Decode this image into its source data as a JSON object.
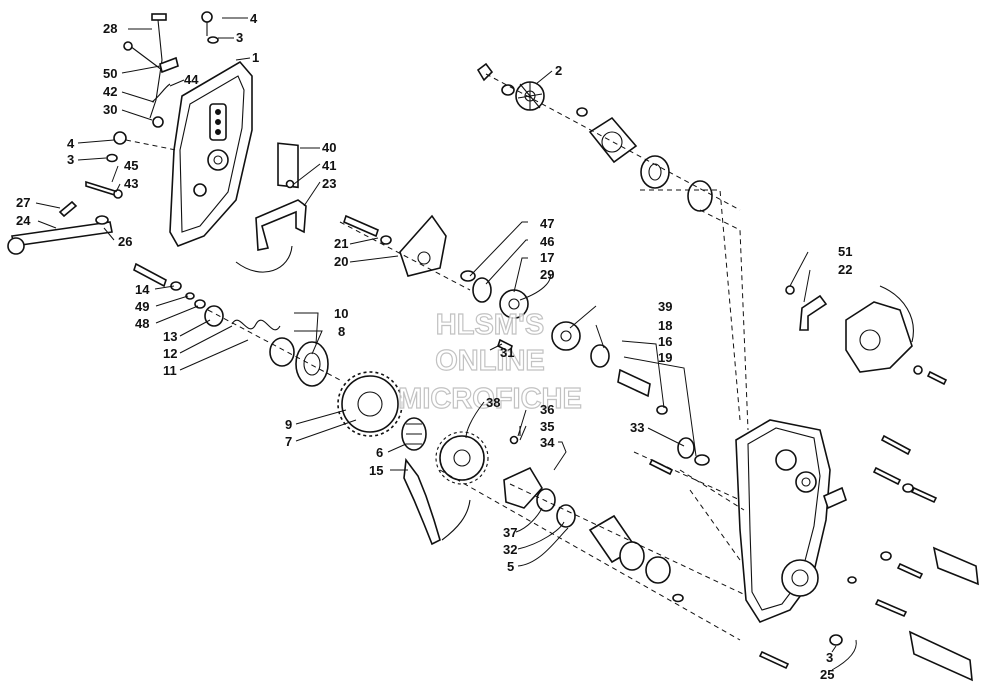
{
  "watermark": {
    "line1": "HLSM'S",
    "line2": "ONLINE",
    "line3": "MICROFICHE"
  },
  "callouts": {
    "c28": "28",
    "c4a": "4",
    "c3a": "3",
    "c1": "1",
    "c50": "50",
    "c44": "44",
    "c42": "42",
    "c30": "30",
    "c4b": "4",
    "c3b": "3",
    "c45": "45",
    "c43": "43",
    "c40": "40",
    "c41": "41",
    "c23": "23",
    "c27": "27",
    "c24": "24",
    "c26": "26",
    "c2": "2",
    "c47": "47",
    "c46": "46",
    "c17": "17",
    "c29": "29",
    "c21": "21",
    "c20": "20",
    "c51": "51",
    "c22": "22",
    "c14": "14",
    "c49": "49",
    "c48": "48",
    "c10": "10",
    "c8": "8",
    "c13": "13",
    "c12": "12",
    "c11": "11",
    "c39": "39",
    "c18": "18",
    "c16": "16",
    "c19": "19",
    "c31": "31",
    "c9": "9",
    "c7": "7",
    "c38": "38",
    "c36": "36",
    "c35": "35",
    "c34": "34",
    "c33": "33",
    "c6": "6",
    "c15": "15",
    "c37": "37",
    "c32": "32",
    "c5": "5",
    "c3c": "3",
    "c25": "25"
  }
}
